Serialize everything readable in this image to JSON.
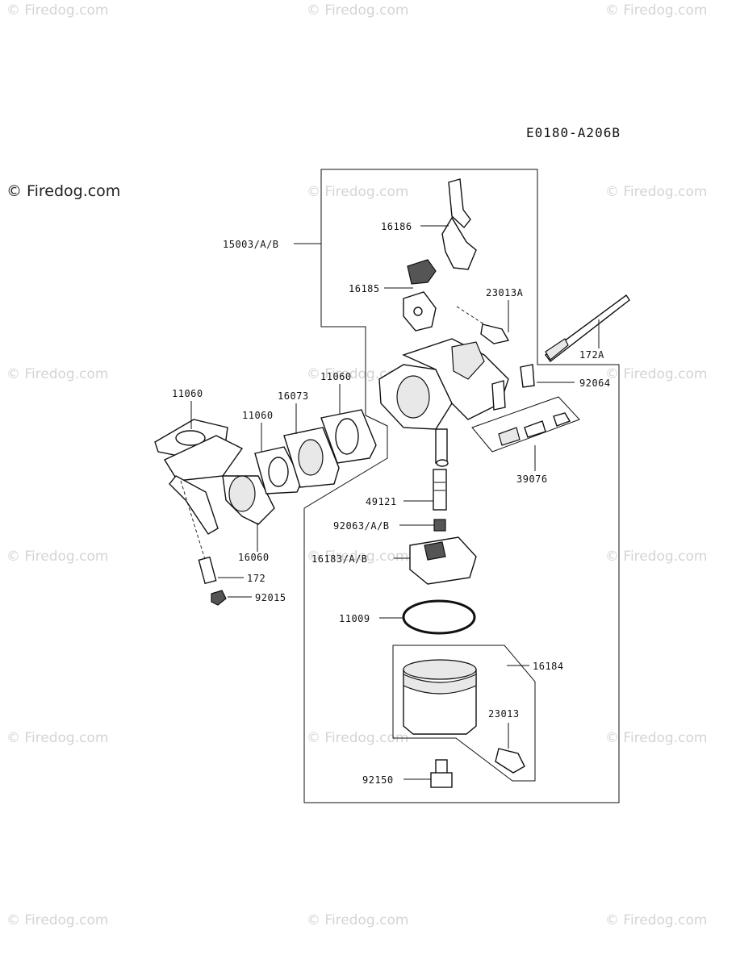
{
  "diagram_code": "E0180-A206B",
  "copyright_mark": "© Firedog.com",
  "watermarks": [
    "© Firedog.com"
  ],
  "parts": [
    {
      "id": "p-16186",
      "label": "16186"
    },
    {
      "id": "p-15003",
      "label": "15003/A/B"
    },
    {
      "id": "p-16185",
      "label": "16185"
    },
    {
      "id": "p-23013A",
      "label": "23013A"
    },
    {
      "id": "p-172A",
      "label": "172A"
    },
    {
      "id": "p-92064",
      "label": "92064"
    },
    {
      "id": "p-11060a",
      "label": "11060"
    },
    {
      "id": "p-11060b",
      "label": "11060"
    },
    {
      "id": "p-16073",
      "label": "16073"
    },
    {
      "id": "p-11060c",
      "label": "11060"
    },
    {
      "id": "p-39076",
      "label": "39076"
    },
    {
      "id": "p-49121",
      "label": "49121"
    },
    {
      "id": "p-92063",
      "label": "92063/A/B"
    },
    {
      "id": "p-16183",
      "label": "16183/A/B"
    },
    {
      "id": "p-16060",
      "label": "16060"
    },
    {
      "id": "p-172",
      "label": "172"
    },
    {
      "id": "p-92015",
      "label": "92015"
    },
    {
      "id": "p-11009",
      "label": "11009"
    },
    {
      "id": "p-16184",
      "label": "16184"
    },
    {
      "id": "p-23013",
      "label": "23013"
    },
    {
      "id": "p-92150",
      "label": "92150"
    }
  ]
}
